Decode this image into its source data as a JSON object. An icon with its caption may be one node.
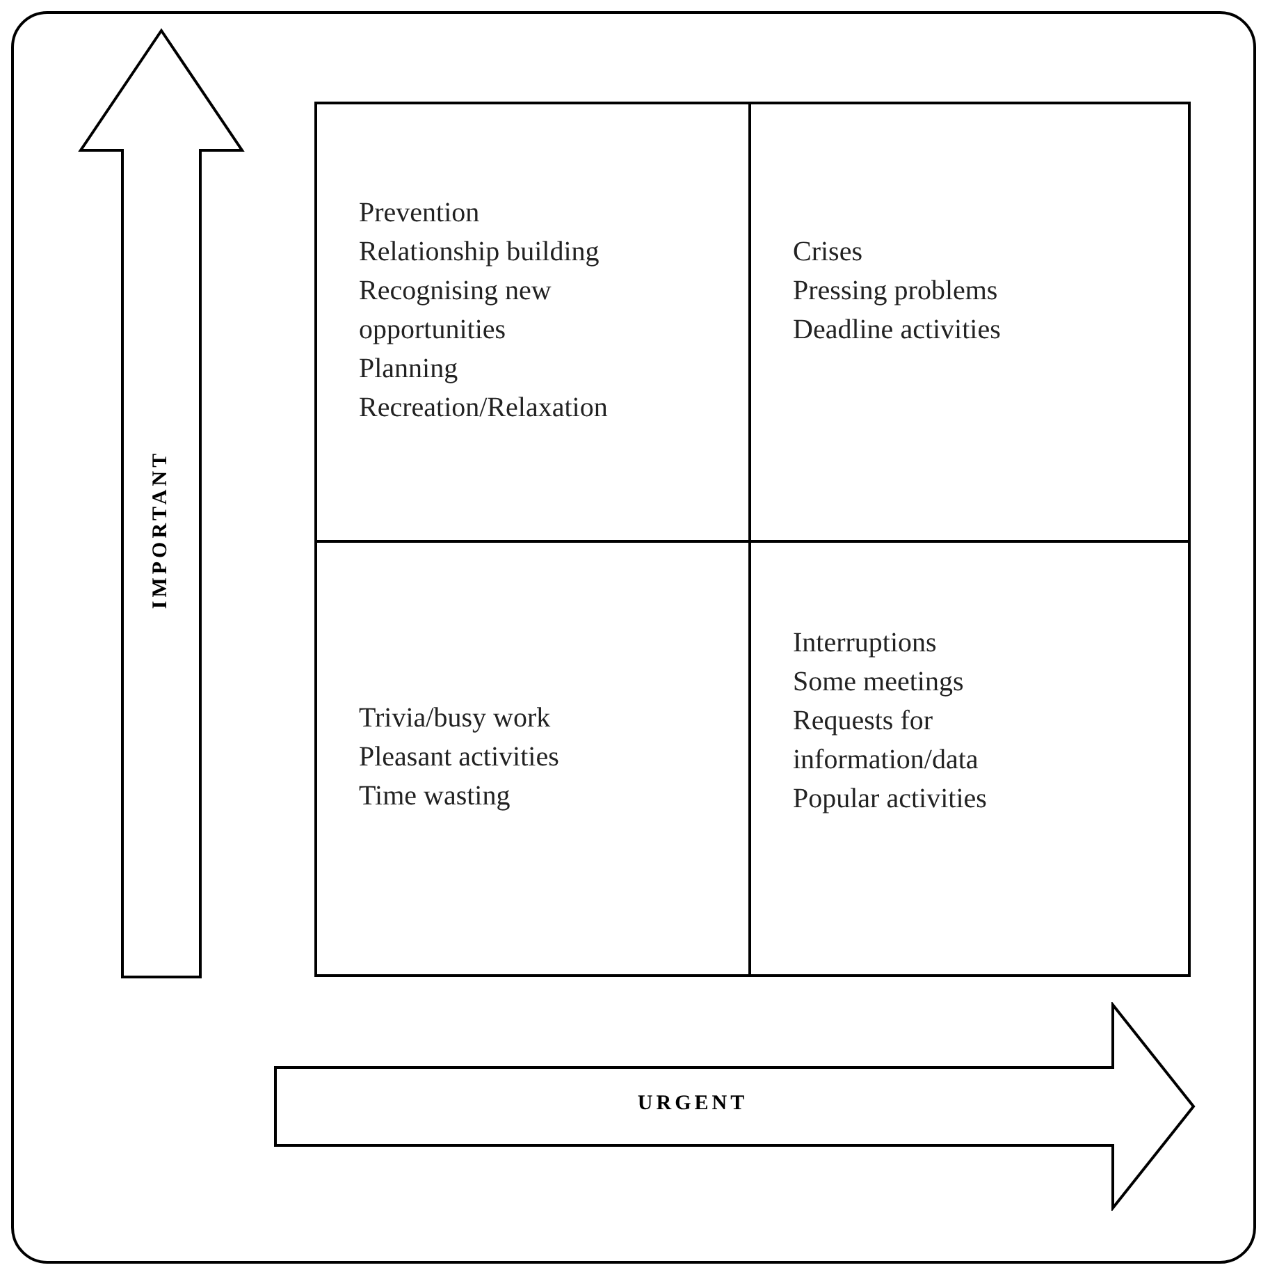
{
  "diagram": {
    "nodes": [
      {
        "text": [
          "IMPORTANT"
        ]
      },
      {
        "text": [
          "Prevention",
          "Relationship building",
          "Recognising new opportunities",
          "Planning",
          "Recreation/Relaxation"
        ]
      },
      {
        "text": [
          "Crises",
          "Pressing problems",
          "Deadline activities"
        ]
      },
      {
        "text": [
          "Trivia/busy work",
          "Pleasant activities",
          "Time wasting"
        ]
      },
      {
        "text": [
          "Interruptions",
          "Some meetings",
          "Requests for information/data",
          "Popular activities"
        ]
      },
      {
        "text": [
          "URGENT"
        ]
      }
    ]
  }
}
